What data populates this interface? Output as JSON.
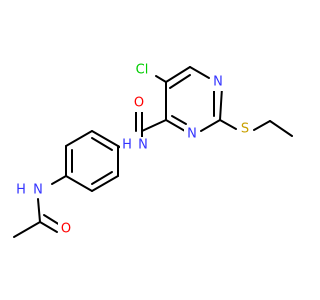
{
  "colors": {
    "bond": "#000000",
    "nitrogen": "#3333ff",
    "oxygen": "#ff0000",
    "chlorine": "#00cc00",
    "sulfur": "#c8a000",
    "background": "#ffffff"
  },
  "atoms": {
    "cl": "Cl",
    "n_ring_top": "N",
    "n_ring_bottom": "N",
    "s": "S",
    "o_amide": "O",
    "n_amide": "N",
    "h_amide": "H",
    "n_acetamide": "N",
    "h_acetamide": "H",
    "o_acetyl": "O"
  }
}
